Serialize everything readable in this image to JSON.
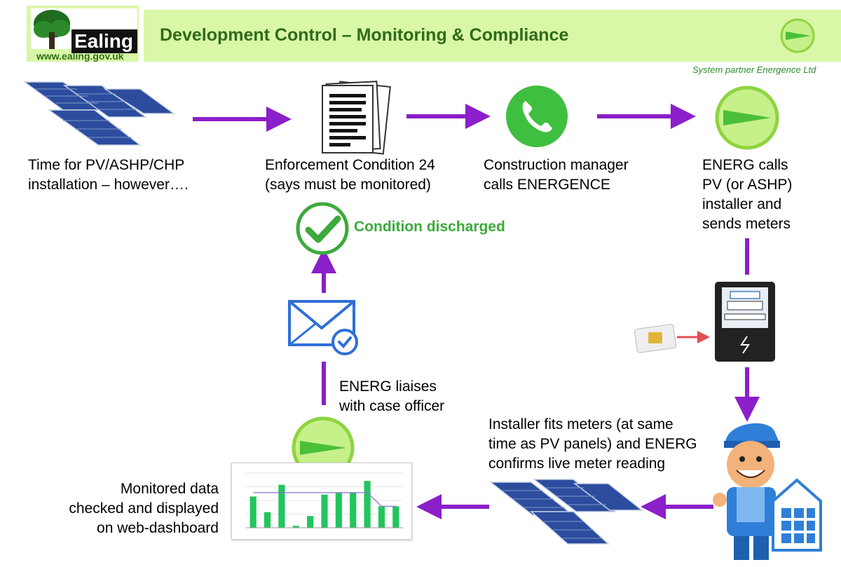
{
  "header": {
    "logo_text": "Ealing",
    "logo_url": "www.ealing.gov.uk",
    "title": "Development Control – Monitoring & Compliance",
    "partner": "System partner Energence Ltd"
  },
  "steps": {
    "step1": [
      "Time for PV/ASHP/CHP",
      "installation – however…."
    ],
    "step2": [
      "Enforcement Condition 24",
      "(says must be monitored)"
    ],
    "step3": [
      "Construction manager",
      "calls ENERGENCE"
    ],
    "step4": [
      "ENERG calls",
      "PV (or ASHP)",
      "installer and",
      "sends meters"
    ],
    "step5": [
      "Installer fits meters (at same",
      "time as PV panels) and ENERG",
      "confirms live meter reading"
    ],
    "step6": [
      "Monitored data",
      "checked and displayed",
      "on web-dashboard"
    ],
    "step7": [
      "ENERG liaises",
      "with case officer"
    ],
    "discharged": "Condition discharged"
  },
  "colors": {
    "arrow": "#8b1fc9",
    "header_bg": "#d9f7a6",
    "title_text": "#2f6b1a",
    "bar_green": "#22c55e",
    "check_green": "#3caa3c"
  },
  "icons": [
    "solar-panel-icon",
    "documents-icon",
    "phone-icon",
    "energence-logo-icon",
    "check-icon",
    "envelope-check-icon",
    "electric-meter-icon",
    "sim-card-icon",
    "installer-mascot-icon",
    "dashboard-chart-icon"
  ],
  "chart_data": {
    "type": "bar",
    "values": [
      8,
      4,
      11,
      0.5,
      3,
      8.5,
      9,
      9,
      12,
      5.5,
      5.5
    ],
    "line": [
      9,
      9,
      9,
      9,
      9,
      9,
      9,
      9,
      9,
      5.5,
      5.5
    ],
    "ylim": [
      0,
      14
    ]
  }
}
